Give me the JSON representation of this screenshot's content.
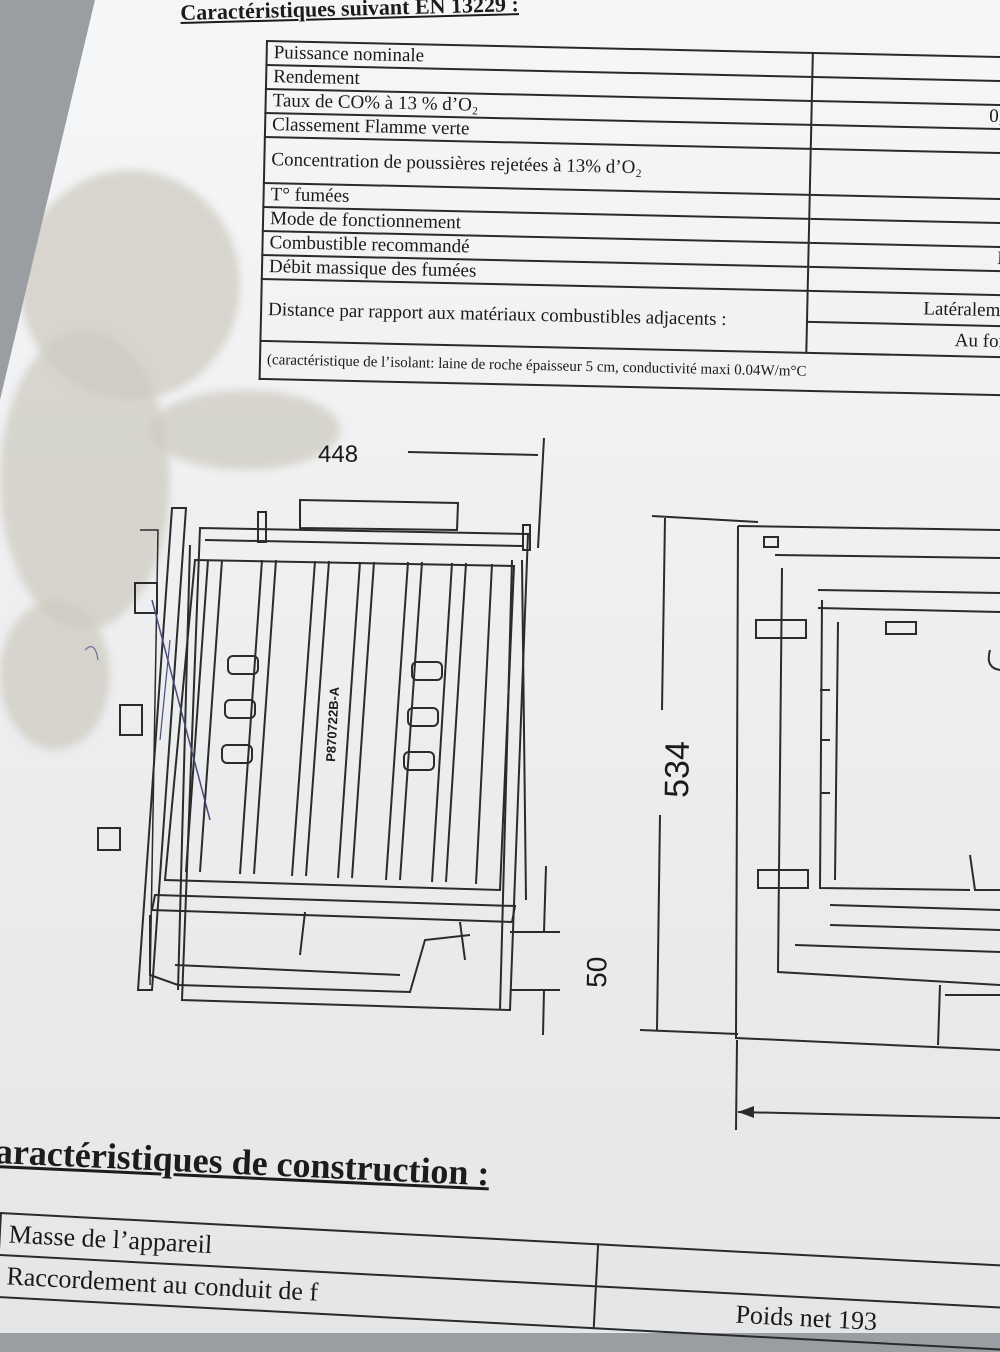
{
  "section1": {
    "title": "Caractéristiques suivant EN 13229 :",
    "rows": [
      {
        "label": "Puissance nominale",
        "value": ""
      },
      {
        "label": "Rendement",
        "value": ""
      },
      {
        "label": "Taux de CO% à 13 % d’O₂",
        "value": "0,12"
      },
      {
        "label": "Classement Flamme verte",
        "value": "★"
      },
      {
        "label": "Concentration de poussières rejetées à 13% d’O₂",
        "value": ""
      },
      {
        "label": "T° fumées",
        "value": ""
      },
      {
        "label": "Mode de fonctionnement",
        "value": ""
      },
      {
        "label": "Combustible recommandé",
        "value": "Bo"
      },
      {
        "label": "Débit massique des fumées",
        "value": ""
      }
    ],
    "distance": {
      "label": "Distance par rapport aux matériaux combustibles adjacents :",
      "lateral": "Latéralemen",
      "back": "Au fond"
    },
    "note": "(caractéristique de l’isolant: laine de roche épaisseur 5 cm, conductivité maxi 0.04W/m°C"
  },
  "drawing": {
    "dim_width": "448",
    "dim_height": "534",
    "dim_bottom": "50",
    "part_code": "P870722B-A"
  },
  "section2": {
    "title": "aractéristiques de construction :",
    "rows": [
      {
        "label": "Masse de l’appareil",
        "value": ""
      },
      {
        "label": "Raccordement au conduit de f",
        "value": "Poids net 193"
      }
    ]
  }
}
